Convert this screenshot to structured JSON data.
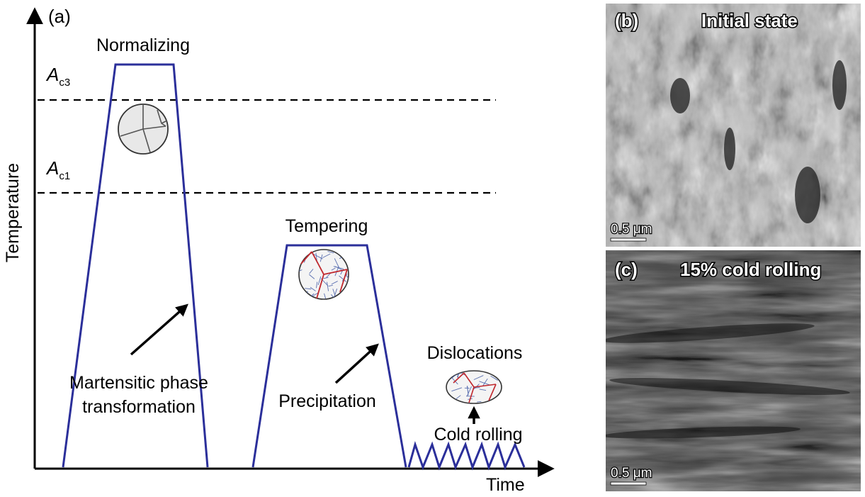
{
  "schematic": {
    "panel_label": "(a)",
    "y_axis_label": "Temperature",
    "x_axis_label": "Time",
    "ac3_main": "A",
    "ac3_sub": "c3",
    "ac1_main": "A",
    "ac1_sub": "c1",
    "normalizing_label": "Normalizing",
    "martensitic_label_line1": "Martensitic phase",
    "martensitic_label_line2": "transformation",
    "tempering_label": "Tempering",
    "precipitation_label": "Precipitation",
    "dislocations_label": "Dislocations",
    "cold_rolling_label": "Cold rolling"
  },
  "micrograph_b": {
    "panel_label": "(b)",
    "title": "Initial state",
    "scale_bar": "0.5 μm"
  },
  "micrograph_c": {
    "panel_label": "(c)",
    "title": "15% cold rolling",
    "scale_bar": "0.5 μm"
  },
  "colors": {
    "profile": "#2b2f9a",
    "grain_fill": "#e8e8e8",
    "precipitate": "#c0282d",
    "dislocation": "#5a6fb0"
  }
}
